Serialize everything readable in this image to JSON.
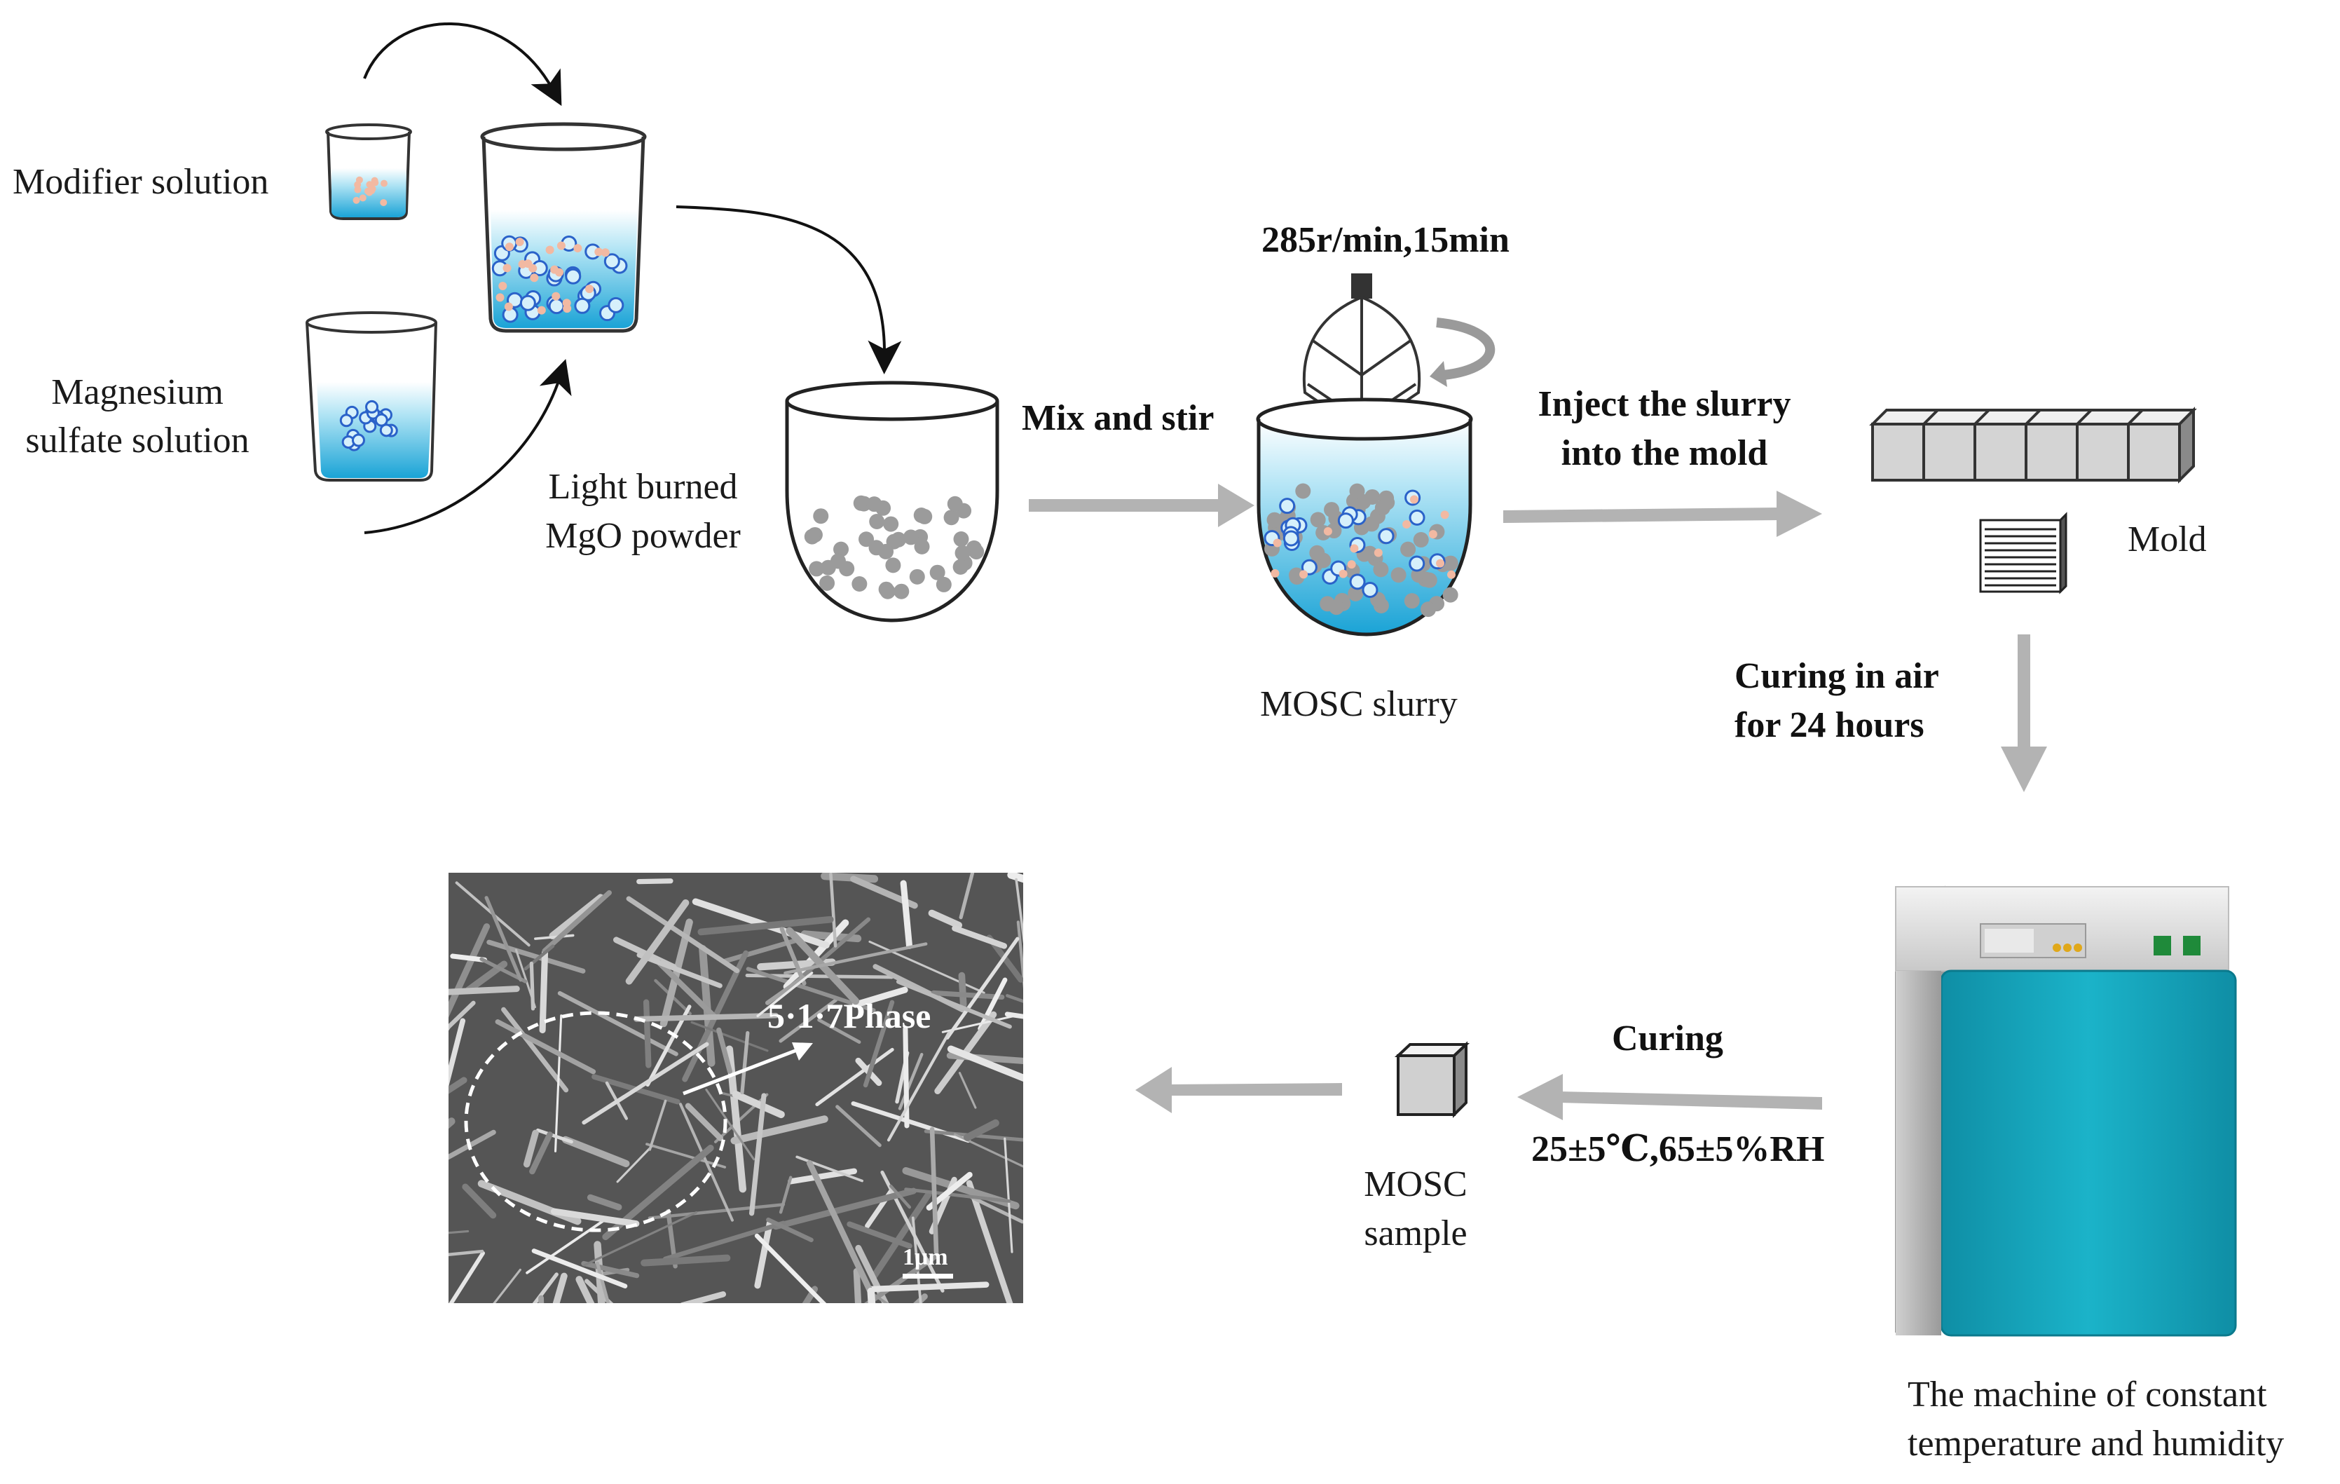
{
  "labels": {
    "modifier_solution": "Modifier solution",
    "magnesium_line1": "Magnesium",
    "magnesium_line2": "sulfate solution",
    "mgo_line1": "Light burned",
    "mgo_line2": "MgO powder",
    "mix_stir": "Mix and stir",
    "stir_params": "285r/min,15min",
    "mosc_slurry": "MOSC slurry",
    "inject_line1": "Inject the slurry",
    "inject_line2": "into the mold",
    "mold": "Mold",
    "curing_air_line1": "Curing in air",
    "curing_air_line2": "for 24 hours",
    "curing": "Curing",
    "curing_conditions": "25±5℃,65±5%RH",
    "sample_line1": "MOSC",
    "sample_line2": "sample",
    "machine_line1": "The machine of constant",
    "machine_line2": "temperature and humidity"
  },
  "sem": {
    "phase_label": "5·1·7Phase",
    "scale_bar": "1μm"
  },
  "colors": {
    "solution_blue": "#1fa6d8",
    "solution_light": "#bfe9f7",
    "arrow_gray": "#b3b3b3",
    "mgo_particle": "#9b9b9b",
    "machine_body": "#17a7bf",
    "machine_panel_green": "#1f8a3a"
  }
}
